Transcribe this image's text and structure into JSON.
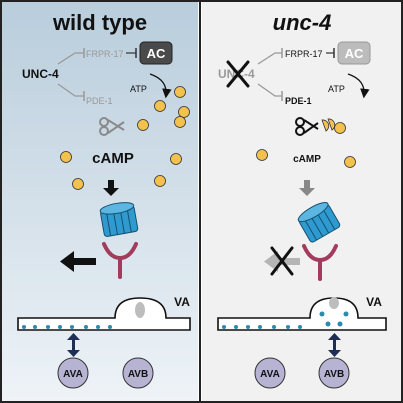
{
  "panels": {
    "left": {
      "title": "wild type",
      "regulator": "UNC-4",
      "frpr": "FRPR-17",
      "ac": "AC",
      "atp": "ATP",
      "pde": "PDE-1",
      "camp": "cAMP",
      "neuron": "VA",
      "cell_a": "AVA",
      "cell_b": "AVB"
    },
    "right": {
      "title": "unc-4",
      "regulator": "UNC-4",
      "frpr": "FRPR-17",
      "ac": "AC",
      "atp": "ATP",
      "pde": "PDE-1",
      "camp": "cAMP",
      "neuron": "VA",
      "cell_a": "AVA",
      "cell_b": "AVB"
    }
  },
  "colors": {
    "left_bg_top": "#b9cddc",
    "left_bg_bottom": "#eef3f7",
    "right_bg": "#f1f1f1",
    "camp": "#f2c14e",
    "channel": "#2e9ad0",
    "receptor": "#a33b5c",
    "vesicle": "#2a8ab0",
    "arrow_dark": "#1e2e55",
    "muted": "#9a9a9a"
  }
}
